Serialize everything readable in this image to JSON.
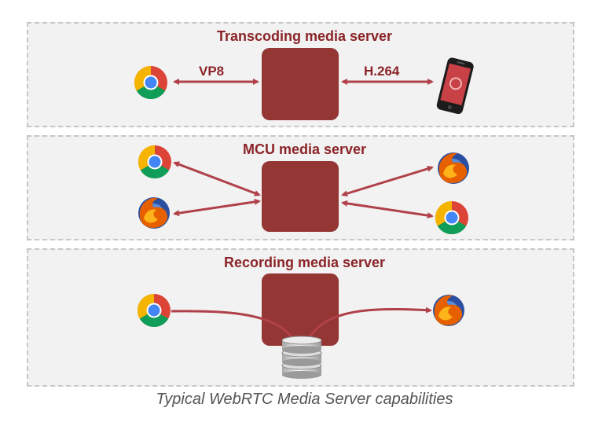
{
  "panels": {
    "transcoding": {
      "title": "Transcoding media server",
      "left_codec": "VP8",
      "right_codec": "H.264"
    },
    "mcu": {
      "title": "MCU media server"
    },
    "recording": {
      "title": "Recording media server"
    }
  },
  "caption": "Typical WebRTC Media Server capabilities",
  "colors": {
    "server": "#943634",
    "arrow": "#b0414a",
    "title": "#8b2428",
    "panel_bg": "#f2f2f2"
  },
  "icons": [
    "chrome-icon",
    "firefox-icon",
    "smartphone-icon",
    "database-icon"
  ]
}
